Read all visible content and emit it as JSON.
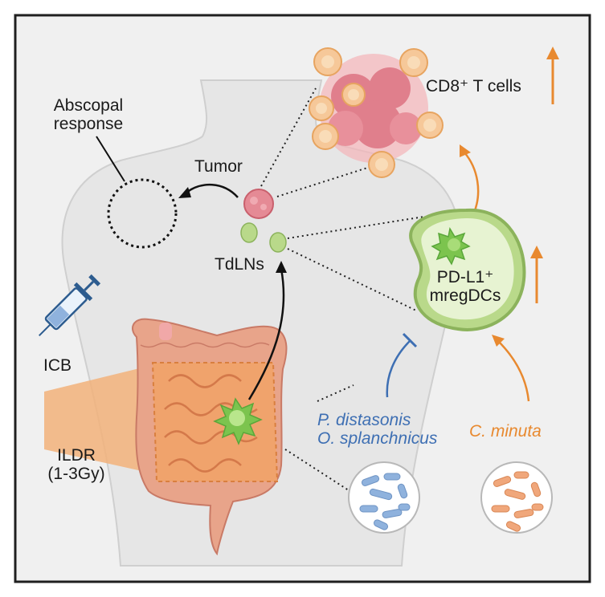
{
  "labels": {
    "abscopal_line1": "Abscopal",
    "abscopal_line2": "response",
    "tumor": "Tumor",
    "tdlns": "TdLNs",
    "icb": "ICB",
    "ildr_line1": "ILDR",
    "ildr_line2": "(1-3Gy)",
    "cd8": "CD8⁺ T cells",
    "pdl1_line1": "PD-L1⁺",
    "pdl1_line2": "mregDCs",
    "bacteria_blue_line1": "P. distasonis",
    "bacteria_blue_line2": "O. splanchnicus",
    "bacteria_orange": "C. minuta"
  },
  "colors": {
    "frame": "#1f1f1f",
    "panel_bg": "#f0f0f0",
    "body": "#e6e6e6",
    "intestine": "#e8a48a",
    "radiation": "#f2b27a",
    "lymph_node": "#b9d98a",
    "dc_cell": "#7cc44e",
    "tumor": "#e58a95",
    "t_cell": "#f6c899",
    "blue_bacteria": "#8fb2dd",
    "orange_bacteria": "#f0a77b",
    "orange_arrow": "#e8892f",
    "blue_inhibit": "#3e6fb3"
  },
  "icons": [
    "syringe-icon",
    "dendritic-cell-icon",
    "tumor-cell-icon",
    "t-cell-icon",
    "bacteria-circle-icon",
    "lymph-node-icon",
    "up-arrow-icon"
  ]
}
